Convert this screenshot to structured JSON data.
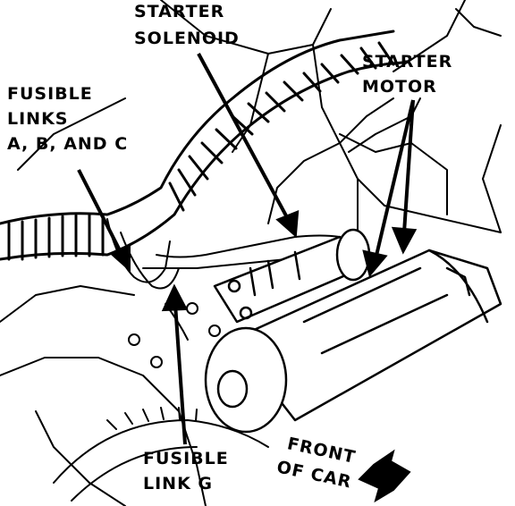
{
  "labels": {
    "starter_solenoid": [
      "STARTER",
      "SOLENOID"
    ],
    "starter_motor": [
      "STARTER",
      "MOTOR"
    ],
    "fusible_links": [
      "FUSIBLE",
      "LINKS",
      "A, B, AND C"
    ],
    "fusible_link_g": [
      "FUSIBLE",
      "LINK G"
    ],
    "front_of_car": [
      "FRONT",
      "OF CAR"
    ]
  },
  "colors": {
    "ink": "#000000",
    "paper": "#ffffff"
  }
}
